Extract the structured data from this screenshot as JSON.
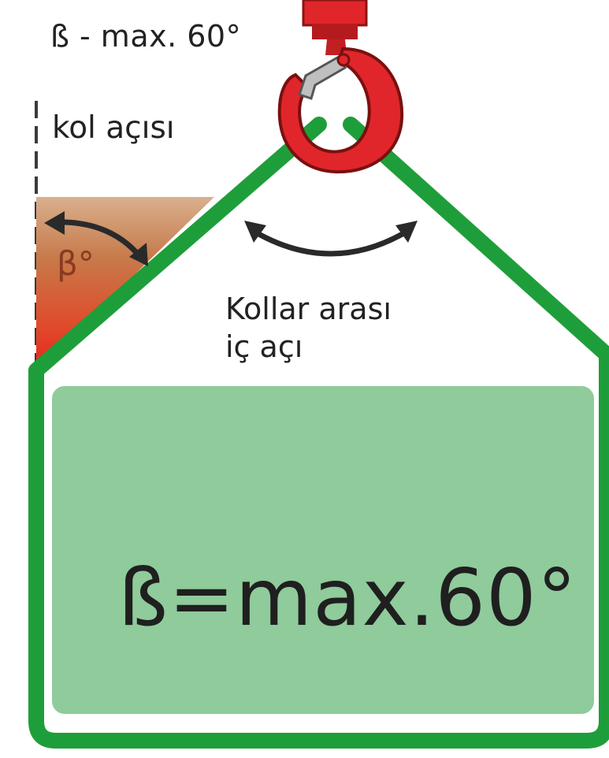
{
  "labels": {
    "top_constraint": "ß - max. 60°",
    "arm_angle": "kol açısı",
    "beta_symbol": "β°",
    "inner_angle_line1": "Kollar arası",
    "inner_angle_line2": "iç açı",
    "load_text": "ß=max.60°"
  },
  "colors": {
    "sling_green": "#1e9e3a",
    "load_fill": "#8fcb9b",
    "hook_red": "#e0262a",
    "hook_dark": "#b51a1e",
    "arrow_dark": "#2a2a2a",
    "wedge_top": "#c77a4a",
    "wedge_bottom": "#e8231f"
  },
  "icons": {
    "hook": "crane-hook-icon",
    "arrow_outer": "curved-double-arrow-icon",
    "arrow_inner": "curved-double-arrow-icon"
  }
}
